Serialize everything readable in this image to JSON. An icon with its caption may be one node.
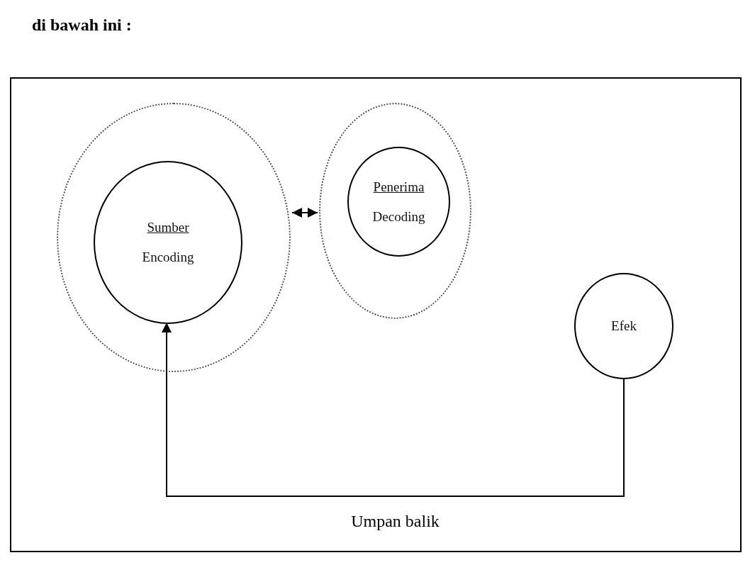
{
  "diagram": {
    "title": "di bawah ini :",
    "nodes": [
      {
        "text": [],
        "shape": "circle"
      },
      {
        "text": [
          "Sumber",
          "Encoding"
        ],
        "in": 0
      },
      {
        "text": [],
        "shape": "circle"
      },
      {
        "text": [
          "Penerima",
          "Decoding"
        ],
        "in": 2
      },
      {
        "text": [
          "Efek"
        ]
      }
    ],
    "edges": [
      {
        "from": 0,
        "to": 2,
        "arrow": "both"
      },
      {
        "from": 4,
        "to": 1,
        "arrow": "to",
        "label": "Umpan balik"
      }
    ]
  }
}
